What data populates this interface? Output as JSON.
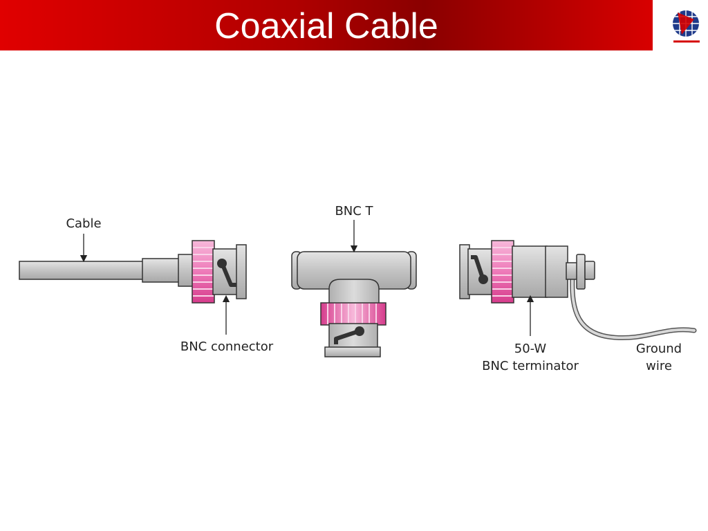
{
  "slide": {
    "title": "Coaxial Cable"
  },
  "labels": {
    "cable": "Cable",
    "bnc_connector": "BNC connector",
    "bnc_t": "BNC T",
    "terminator_line1": "50-W",
    "terminator_line2": "BNC terminator",
    "ground_line1": "Ground",
    "ground_line2": "wire"
  },
  "colors": {
    "header_red": "#d00000",
    "ring_pink": "#e860a8",
    "metal_gray": "#c8c8c8",
    "outline": "#333333",
    "latch_dark": "#333333"
  },
  "icons": {
    "logo": "globe-logo-icon"
  }
}
